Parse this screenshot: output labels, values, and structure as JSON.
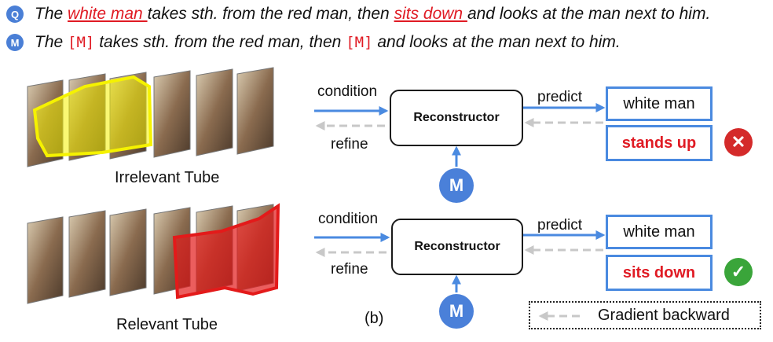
{
  "query": {
    "badge": "Q",
    "parts": [
      "The ",
      "white man ",
      "takes sth. from the red man, then ",
      "sits down ",
      "and looks at the man next to him."
    ]
  },
  "masked": {
    "badge": "M",
    "parts": [
      "The ",
      "[M]",
      " takes sth. from the red man, then ",
      "[M]",
      " and looks at the man next to him."
    ]
  },
  "top": {
    "tube_caption": "Irrelevant Tube",
    "condition": "condition",
    "refine": "refine",
    "reconstructor": "Reconstructor",
    "predict": "predict",
    "pred1": "white man",
    "pred2": "stands up",
    "mask_badge": "M",
    "status_icon": "x-icon"
  },
  "bottom": {
    "tube_caption": "Relevant Tube",
    "condition": "condition",
    "refine": "refine",
    "reconstructor": "Reconstructor",
    "predict": "predict",
    "pred1": "white man",
    "pred2": "sits down",
    "mask_badge": "M",
    "status_icon": "check-icon"
  },
  "panel_label": "(b)",
  "legend": {
    "text": "Gradient backward"
  },
  "colors": {
    "blue": "#4a8ae0",
    "red": "#e01b24",
    "highlight_yellow": "#f5f200",
    "highlight_red": "#e31a1a",
    "gray_dashed": "#c8c8c8",
    "success": "#3aa53a",
    "error": "#d42a2a"
  }
}
